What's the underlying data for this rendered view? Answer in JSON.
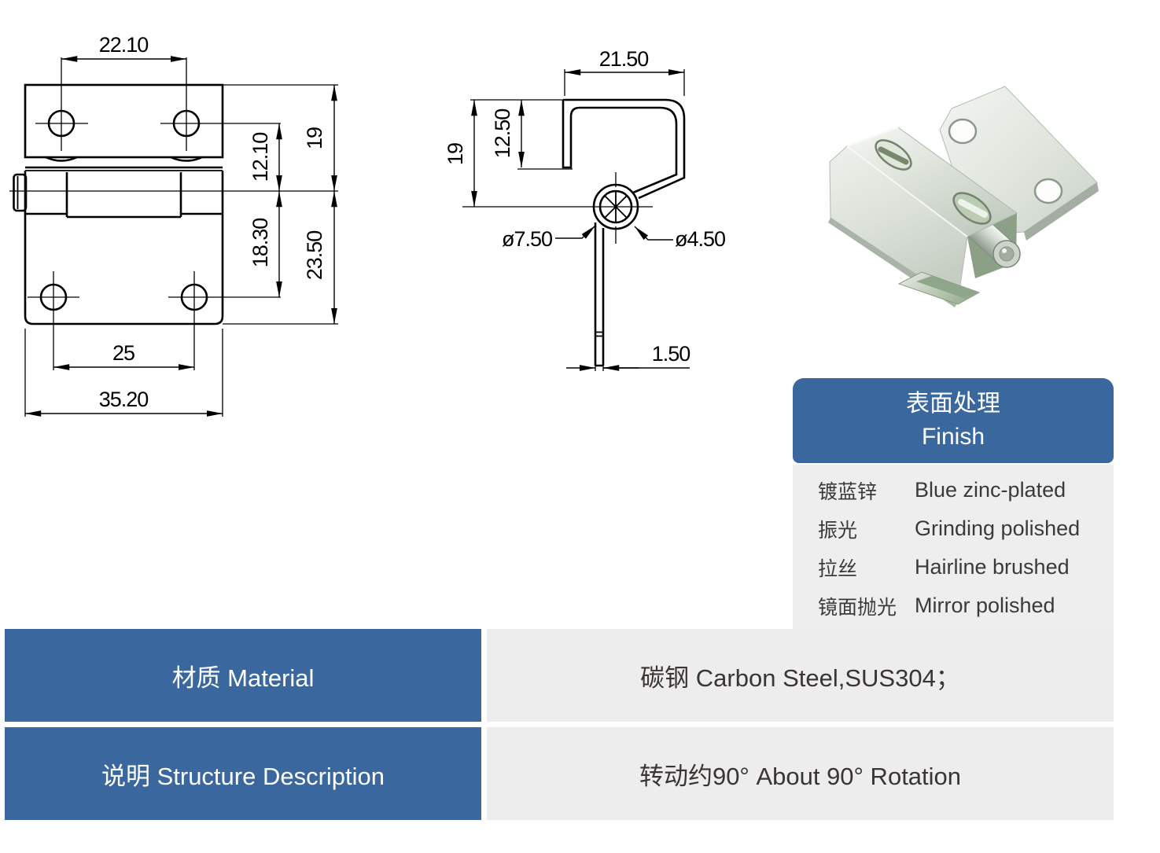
{
  "colors": {
    "accent": "#3a689e",
    "panel_bg": "#ededee",
    "finish_body_bg": "#eeeeef",
    "value_text": "#3a3432",
    "drawing_line": "#000000"
  },
  "front_view": {
    "dim_hole_spacing_top": "22.10",
    "dim_top_leaf_height": "19",
    "dim_axis_to_top_holes": "12.10",
    "dim_axis_to_bottom_holes": "18.30",
    "dim_bottom_leaf_height": "23.50",
    "dim_hole_spacing_bottom": "25",
    "dim_overall_width": "35.20"
  },
  "side_view": {
    "dim_width": "21.50",
    "dim_hook_depth": "12.50",
    "dim_height": "19",
    "dim_knuckle_diameter": "ø7.50",
    "dim_pin_diameter": "ø4.50",
    "dim_thickness": "1.50"
  },
  "finish_table": {
    "header_zh": "表面处理",
    "header_en": "Finish",
    "rows": [
      {
        "zh": "镀蓝锌",
        "en": "Blue zinc-plated"
      },
      {
        "zh": "振光",
        "en": "Grinding polished"
      },
      {
        "zh": "拉丝",
        "en": "Hairline brushed"
      },
      {
        "zh": "镜面抛光",
        "en": "Mirror polished"
      }
    ]
  },
  "spec_table": {
    "rows": [
      {
        "label": "材质 Material",
        "value": "碳钢   Carbon Steel,SUS304；"
      },
      {
        "label": "说明 Structure Description",
        "value": "转动约90°   About 90° Rotation"
      }
    ]
  }
}
